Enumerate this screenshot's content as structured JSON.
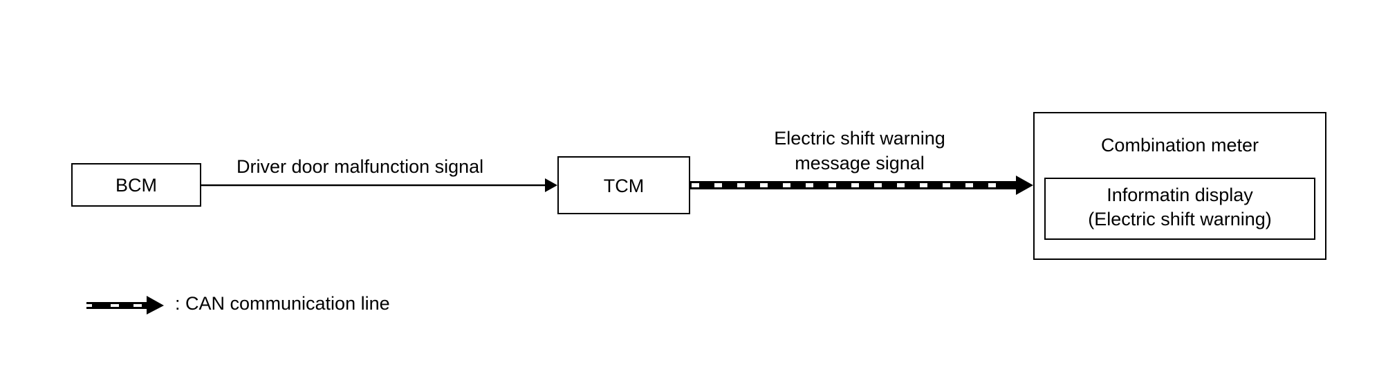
{
  "diagram": {
    "nodes": {
      "bcm": {
        "label": "BCM"
      },
      "tcm": {
        "label": "TCM"
      },
      "combination_meter": {
        "label": "Combination meter",
        "inner": {
          "line1": "Informatin display",
          "line2": "(Electric shift warning)"
        }
      }
    },
    "edges": [
      {
        "from": "BCM",
        "to": "TCM",
        "label": "Driver door malfunction signal",
        "type": "signal line"
      },
      {
        "from": "TCM",
        "to": "Combination meter",
        "label_line1": "Electric shift warning",
        "label_line2": "message signal",
        "type": "CAN communication line"
      }
    ],
    "legend": {
      "text": ": CAN communication line"
    },
    "colors": {
      "line": "#000000",
      "background": "#ffffff"
    }
  }
}
